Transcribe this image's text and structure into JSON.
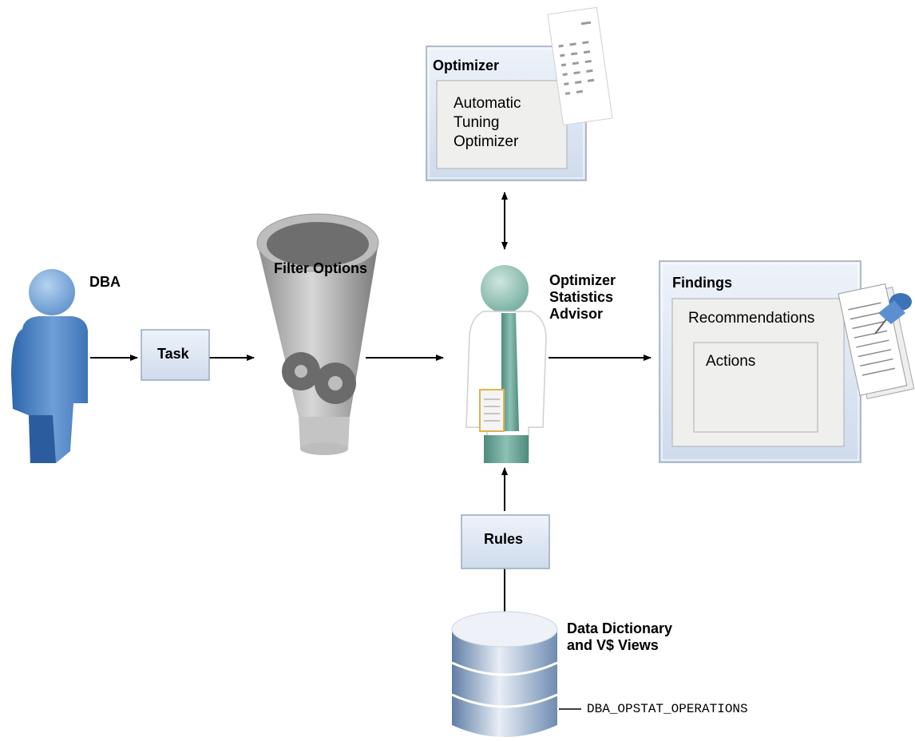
{
  "dba": {
    "label": "DBA"
  },
  "task": {
    "label": "Task"
  },
  "filter": {
    "label": "Filter Options"
  },
  "advisor": {
    "label": "Optimizer\nStatistics\nAdvisor"
  },
  "optimizer": {
    "title": "Optimizer",
    "inner": "Automatic\nTuning\nOptimizer"
  },
  "findings": {
    "title": "Findings",
    "recommendations": "Recommendations",
    "actions": "Actions"
  },
  "rules": {
    "label": "Rules"
  },
  "database": {
    "label": "Data Dictionary\nand V$ Views",
    "view_name": "DBA_OPSTAT_OPERATIONS"
  },
  "colors": {
    "box_fill": "#dfe7f3",
    "box_border": "#9aa8c0",
    "inner_fill": "#efefee",
    "person_blue": "#4f86c6",
    "advisor_teal": "#6ea79a"
  }
}
